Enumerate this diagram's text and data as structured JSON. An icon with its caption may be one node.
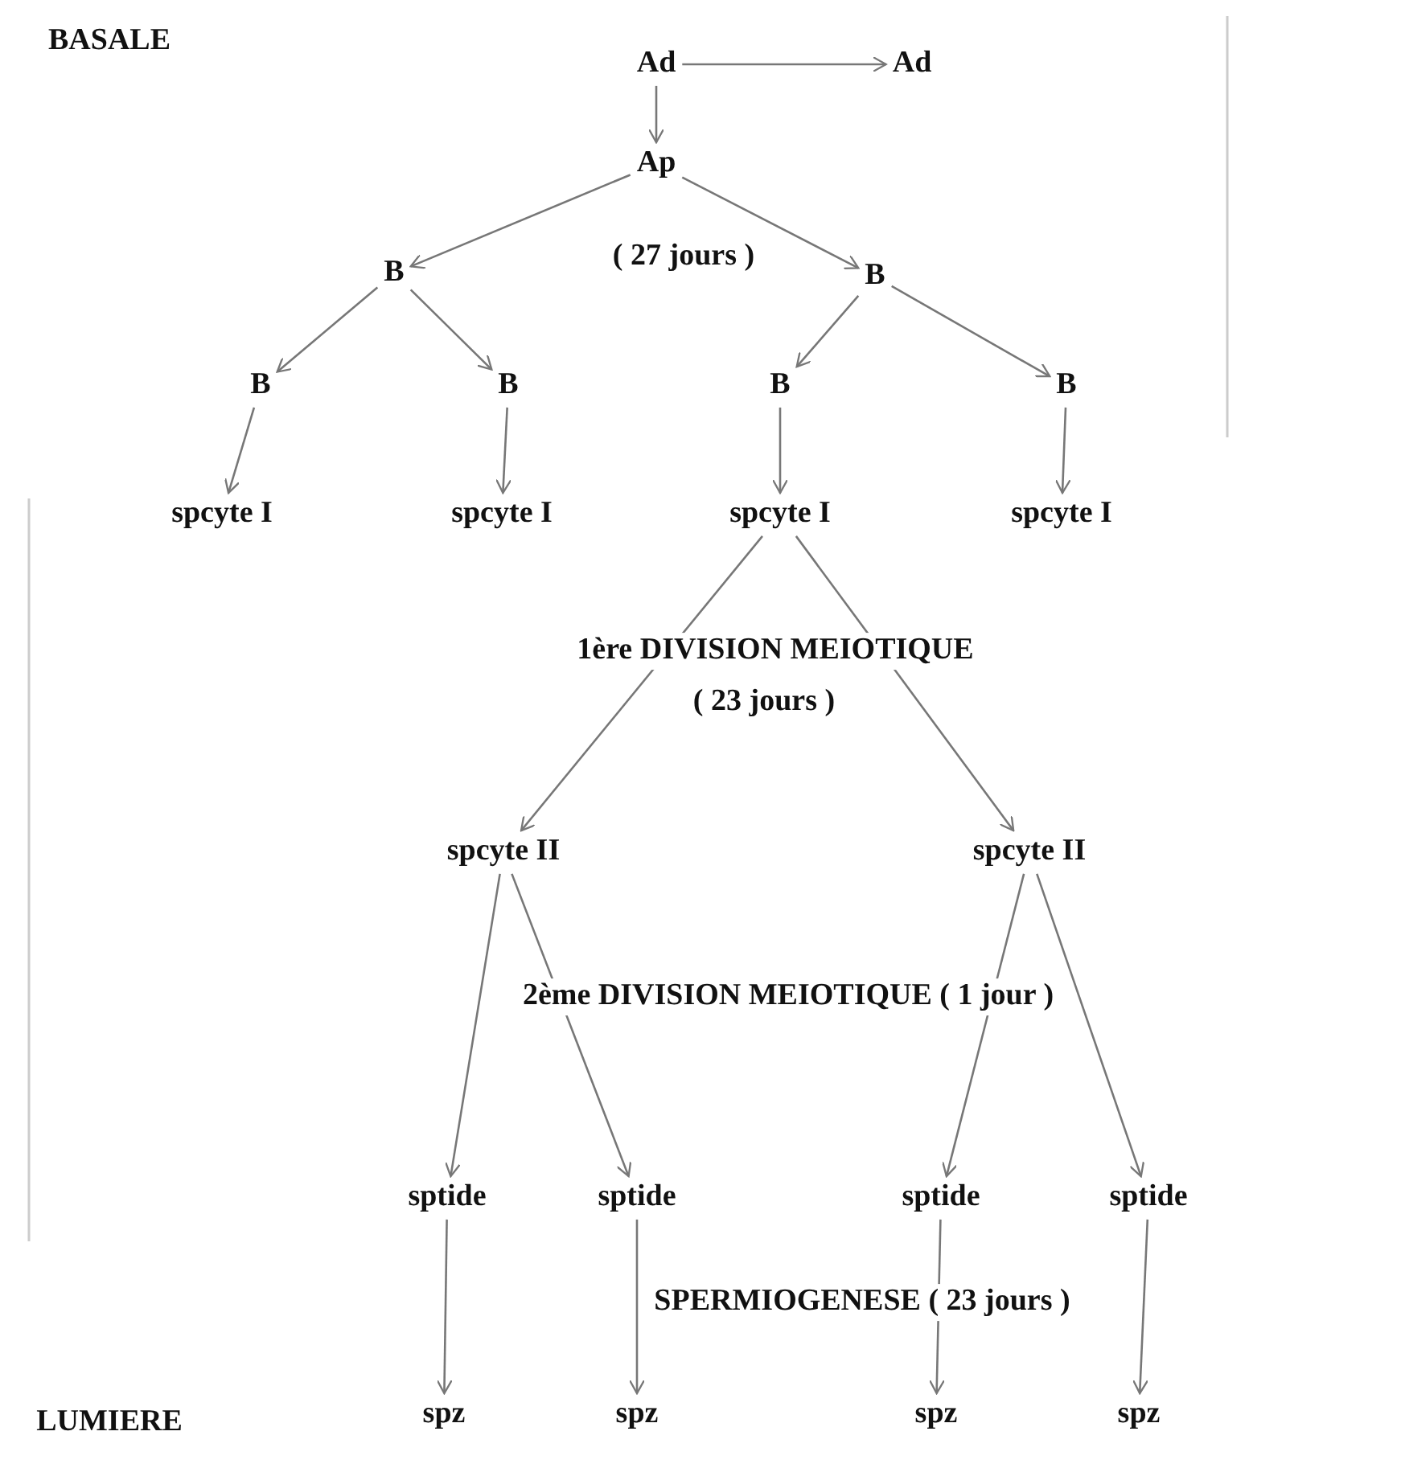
{
  "diagram": {
    "nodes": [
      {
        "text": [
          "Ad"
        ]
      },
      {
        "text": [
          "Ad"
        ]
      },
      {
        "text": [
          "Ap"
        ]
      },
      {
        "text": [
          "B"
        ]
      },
      {
        "text": [
          "B"
        ]
      },
      {
        "text": [
          "B"
        ]
      },
      {
        "text": [
          "B"
        ]
      },
      {
        "text": [
          "B"
        ]
      },
      {
        "text": [
          "B"
        ]
      },
      {
        "text": [
          "spcyte I"
        ]
      },
      {
        "text": [
          "spcyte I"
        ]
      },
      {
        "text": [
          "spcyte I"
        ]
      },
      {
        "text": [
          "spcyte I"
        ]
      },
      {
        "text": [
          "spcyte II"
        ]
      },
      {
        "text": [
          "spcyte II"
        ]
      },
      {
        "text": [
          "sptide"
        ]
      },
      {
        "text": [
          "sptide"
        ]
      },
      {
        "text": [
          "sptide"
        ]
      },
      {
        "text": [
          "sptide"
        ]
      },
      {
        "text": [
          "spz"
        ]
      },
      {
        "text": [
          "spz"
        ]
      },
      {
        "text": [
          "spz"
        ]
      },
      {
        "text": [
          "spz"
        ]
      }
    ],
    "edges": [
      {
        "from": 0,
        "to": 1,
        "arrow": "to"
      },
      {
        "from": 0,
        "to": 2,
        "arrow": "to"
      },
      {
        "from": 2,
        "to": 3,
        "arrow": "to"
      },
      {
        "from": 2,
        "to": 4,
        "arrow": "to"
      },
      {
        "from": 3,
        "to": 5,
        "arrow": "to"
      },
      {
        "from": 3,
        "to": 6,
        "arrow": "to"
      },
      {
        "from": 4,
        "to": 7,
        "arrow": "to"
      },
      {
        "from": 4,
        "to": 8,
        "arrow": "to"
      },
      {
        "from": 5,
        "to": 9,
        "arrow": "to"
      },
      {
        "from": 6,
        "to": 10,
        "arrow": "to"
      },
      {
        "from": 7,
        "to": 11,
        "arrow": "to"
      },
      {
        "from": 8,
        "to": 12,
        "arrow": "to"
      },
      {
        "from": 11,
        "to": 13,
        "arrow": "to"
      },
      {
        "from": 11,
        "to": 14,
        "arrow": "to"
      },
      {
        "from": 13,
        "to": 15,
        "arrow": "to"
      },
      {
        "from": 13,
        "to": 16,
        "arrow": "to"
      },
      {
        "from": 14,
        "to": 17,
        "arrow": "to"
      },
      {
        "from": 14,
        "to": 18,
        "arrow": "to"
      },
      {
        "from": 15,
        "to": 19,
        "arrow": "to"
      },
      {
        "from": 16,
        "to": 20,
        "arrow": "to"
      },
      {
        "from": 17,
        "to": 21,
        "arrow": "to"
      },
      {
        "from": 18,
        "to": 22,
        "arrow": "to"
      }
    ],
    "labels": [
      "BASALE",
      "( 27 jours )",
      "1ère DIVISION MEIOTIQUE",
      "( 23 jours )",
      "2ème DIVISION MEIOTIQUE ( 1 jour )",
      "SPERMIOGENESE ( 23 jours )",
      "LUMIERE"
    ]
  }
}
